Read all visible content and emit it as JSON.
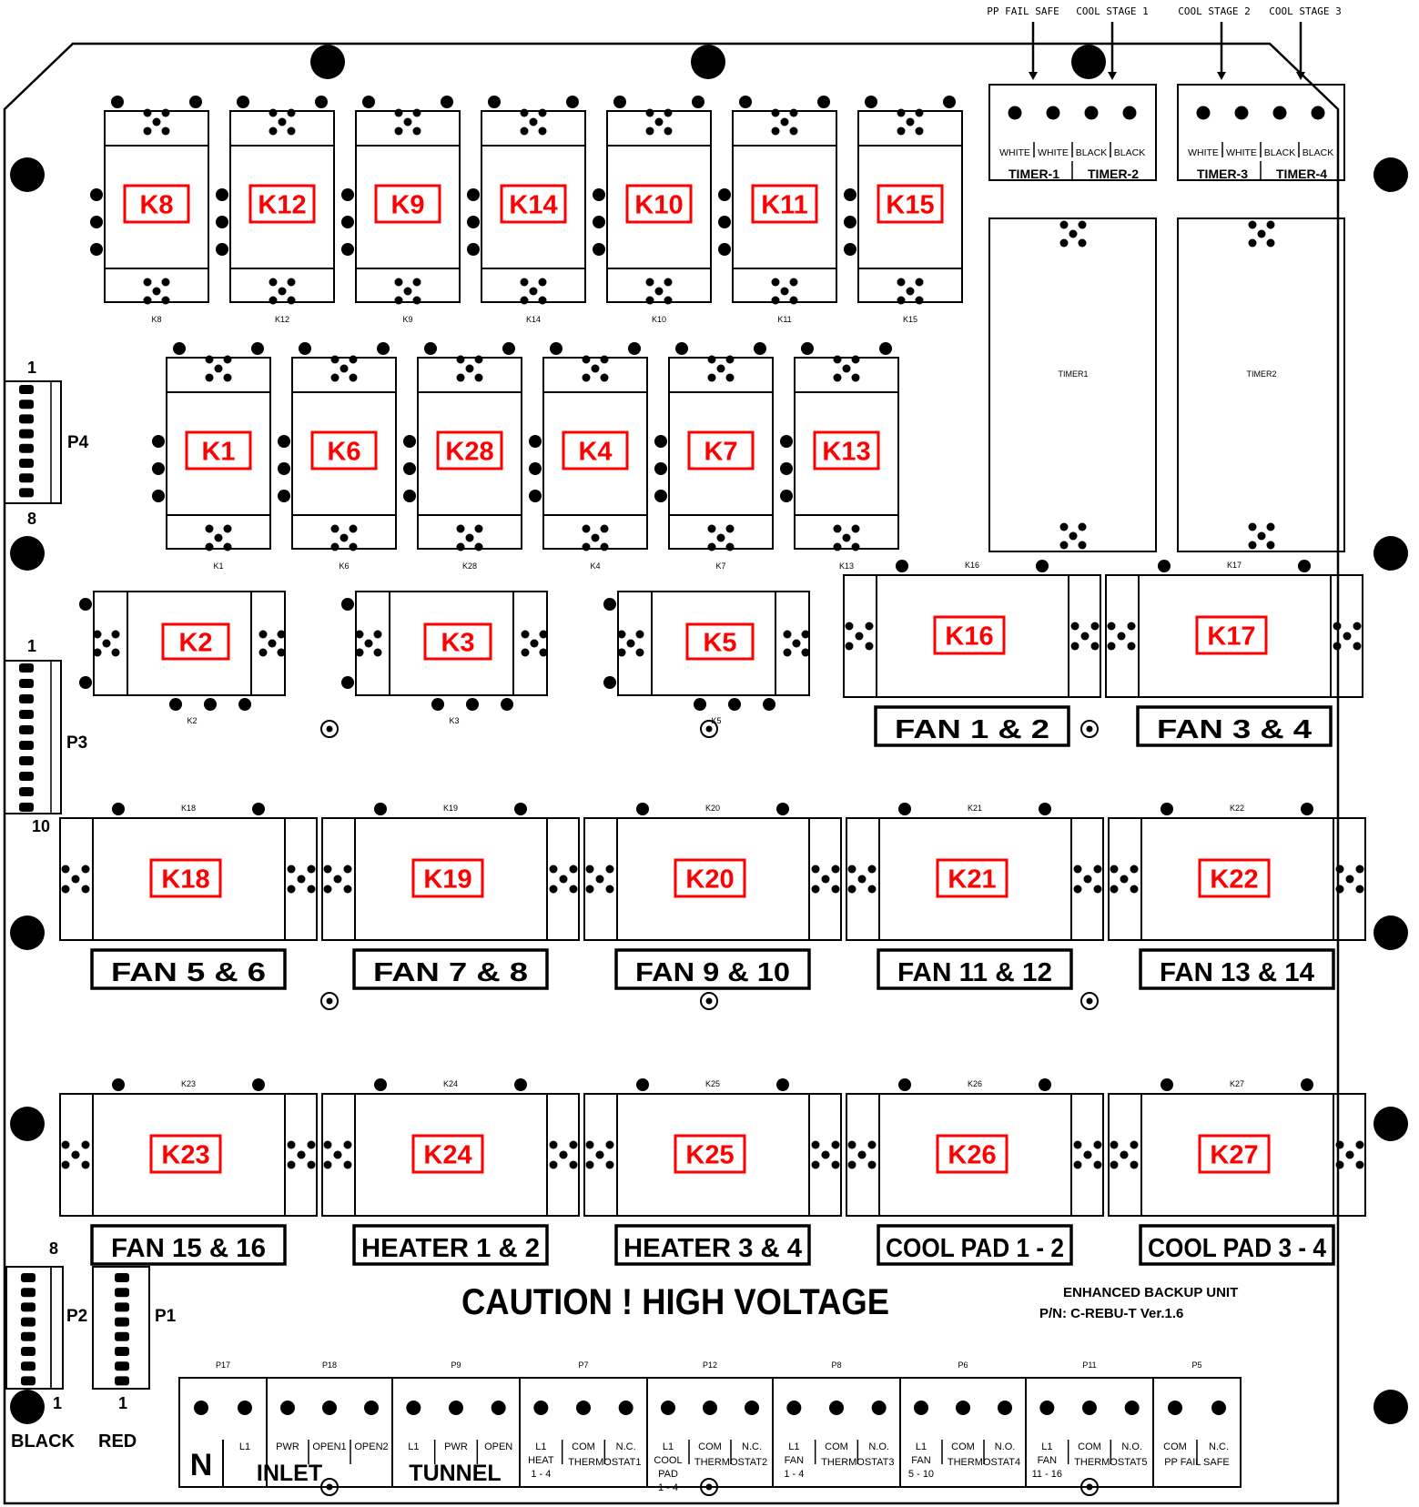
{
  "colors": {
    "line": "#000000",
    "relay_label": "#ff0000",
    "background": "#ffffff"
  },
  "top_signals": [
    "PP FAIL SAFE",
    "COOL STAGE 1",
    "COOL STAGE 2",
    "COOL STAGE 3"
  ],
  "timer_blocks": [
    {
      "wires": [
        "WHITE",
        "WHITE",
        "BLACK",
        "BLACK"
      ],
      "labels": [
        "TIMER-1",
        "TIMER-2"
      ]
    },
    {
      "wires": [
        "WHITE",
        "WHITE",
        "BLACK",
        "BLACK"
      ],
      "labels": [
        "TIMER-3",
        "TIMER-4"
      ]
    }
  ],
  "timers": [
    "TIMER1",
    "TIMER2"
  ],
  "row1": [
    {
      "label": "K8",
      "ref": "K8"
    },
    {
      "label": "K12",
      "ref": "K12"
    },
    {
      "label": "K9",
      "ref": "K9"
    },
    {
      "label": "K14",
      "ref": "K14"
    },
    {
      "label": "K10",
      "ref": "K10"
    },
    {
      "label": "K11",
      "ref": "K11"
    },
    {
      "label": "K15",
      "ref": "K15"
    }
  ],
  "row2": [
    {
      "label": "K1",
      "ref": "K1"
    },
    {
      "label": "K6",
      "ref": "K6"
    },
    {
      "label": "K28",
      "ref": "K28"
    },
    {
      "label": "K4",
      "ref": "K4"
    },
    {
      "label": "K7",
      "ref": "K7"
    },
    {
      "label": "K13",
      "ref": "K13"
    }
  ],
  "row3": [
    {
      "label": "K2",
      "ref": "K2"
    },
    {
      "label": "K3",
      "ref": "K3"
    },
    {
      "label": "K5",
      "ref": "K5"
    }
  ],
  "row3_large": [
    {
      "label": "K16",
      "ref": "K16",
      "caption": "FAN 1 & 2"
    },
    {
      "label": "K17",
      "ref": "K17",
      "caption": "FAN 3 & 4"
    }
  ],
  "row4": [
    {
      "label": "K18",
      "ref": "K18",
      "caption": "FAN 5 & 6"
    },
    {
      "label": "K19",
      "ref": "K19",
      "caption": "FAN 7 & 8"
    },
    {
      "label": "K20",
      "ref": "K20",
      "caption": "FAN 9 & 10"
    },
    {
      "label": "K21",
      "ref": "K21",
      "caption": "FAN 11 & 12"
    },
    {
      "label": "K22",
      "ref": "K22",
      "caption": "FAN 13 & 14"
    }
  ],
  "row5": [
    {
      "label": "K23",
      "ref": "K23",
      "caption": "FAN 15 & 16"
    },
    {
      "label": "K24",
      "ref": "K24",
      "caption": "HEATER 1 & 2"
    },
    {
      "label": "K25",
      "ref": "K25",
      "caption": "HEATER 3 & 4"
    },
    {
      "label": "K26",
      "ref": "K26",
      "caption": "COOL PAD 1 - 2"
    },
    {
      "label": "K27",
      "ref": "K27",
      "caption": "COOL PAD 3 - 4"
    }
  ],
  "headers": {
    "P4": {
      "name": "P4",
      "first": "1",
      "last": "8"
    },
    "P3": {
      "name": "P3",
      "first": "1",
      "last": "10"
    },
    "P2": {
      "name": "P2",
      "top": "8",
      "bottom": "1",
      "wire": "BLACK"
    },
    "P1": {
      "name": "P1",
      "bottom": "1",
      "wire": "RED"
    }
  },
  "caution": "CAUTION ! HIGH VOLTAGE",
  "unit_name": "ENHANCED BACKUP UNIT",
  "part_number": "P/N: C-REBU-T  Ver.1.6",
  "terminals": [
    {
      "ref": "P17",
      "pins": 2,
      "labels": [
        "N",
        "L1"
      ],
      "group": "INLET"
    },
    {
      "ref": "P18",
      "pins": 3,
      "labels": [
        "PWR",
        "OPEN1",
        "OPEN2"
      ]
    },
    {
      "ref": "P9",
      "pins": 3,
      "labels": [
        "L1",
        "PWR",
        "OPEN"
      ],
      "group": "TUNNEL"
    },
    {
      "ref": "P7",
      "pins": 3,
      "labels": [
        "L1 HEAT 1 - 4",
        "COM",
        "N.C."
      ],
      "sub": "THERMOSTAT1"
    },
    {
      "ref": "P12",
      "pins": 3,
      "labels": [
        "L1 COOL PAD 1 - 4",
        "COM",
        "N.C."
      ],
      "sub": "THERMOSTAT2"
    },
    {
      "ref": "P8",
      "pins": 3,
      "labels": [
        "L1 FAN 1 - 4",
        "COM",
        "N.O."
      ],
      "sub": "THERMOSTAT3"
    },
    {
      "ref": "P6",
      "pins": 3,
      "labels": [
        "L1 FAN 5 - 10",
        "COM",
        "N.O."
      ],
      "sub": "THERMOSTAT4"
    },
    {
      "ref": "P11",
      "pins": 3,
      "labels": [
        "L1 FAN 11 - 16",
        "COM",
        "N.O."
      ],
      "sub": "THERMOSTAT5"
    },
    {
      "ref": "P5",
      "pins": 2,
      "labels": [
        "COM",
        "N.C."
      ],
      "sub": "PP FAIL SAFE"
    }
  ]
}
